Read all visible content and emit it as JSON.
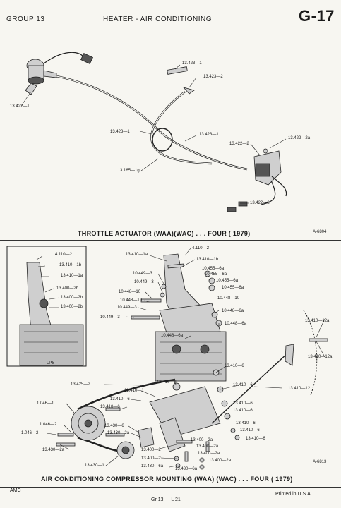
{
  "header": {
    "group": "GROUP 13",
    "title": "HEATER - AIR CONDITIONING",
    "page_id": "G-17"
  },
  "top_section": {
    "caption": "THROTTLE ACTUATOR (WAA)(WAC) . . . FOUR ( 1979)",
    "figure_number": "A-6804",
    "labels": [
      "13.423—1",
      "13.423—2",
      "13.422—1",
      "13.423—1",
      "13.423—1",
      "13.422—2a",
      "13.422—2",
      "3.165—1g",
      "13.422—3"
    ]
  },
  "bottom_section": {
    "caption": "AIR CONDITIONING COMPRESSOR MOUNTING (WAA) (WAC) . . . FOUR ( 1979)",
    "figure_number": "A-6813",
    "inset_labels": [
      "4.110—2",
      "13.410—1b",
      "13.410—1a",
      "13.400—2b",
      "13.400—2b",
      "13.400—2b",
      "LPS"
    ],
    "labels": [
      "13.410—1a",
      "4.110—2",
      "13.410—1b",
      "10.449—3",
      "10.455—6a",
      "10.449—3",
      "10.455—6a",
      "10.455—6a",
      "10.455—6a",
      "10.448—10",
      "10.448—10",
      "10.448—10",
      "10.449—3",
      "10.448—6a",
      "10.449—3",
      "10.448—6a",
      "10.448—6a",
      "13.410—12a",
      "13.410—12a",
      "13.410—6",
      "13.425—2",
      "13.410—6",
      "13.410—12",
      "13.410—1",
      "13.410—6",
      "13.410—6",
      "13.410—6",
      "1.046—1",
      "13.410—6",
      "13.410—6",
      "1.046—2",
      "13.430—6",
      "13.410—6",
      "1.046—2",
      "13.430—2a",
      "13.410—6",
      "13.410—6",
      "13.430—2a",
      "13.400—2a",
      "13.400—2",
      "13.400—2a",
      "13.400—2",
      "13.400—2a",
      "13.430—1",
      "13.430—6a",
      "13.430—6a",
      "13.400—2a"
    ]
  },
  "footer": {
    "left": "AMC",
    "center": "Gr 13 — L 21",
    "right": "Printed in U.S.A."
  }
}
